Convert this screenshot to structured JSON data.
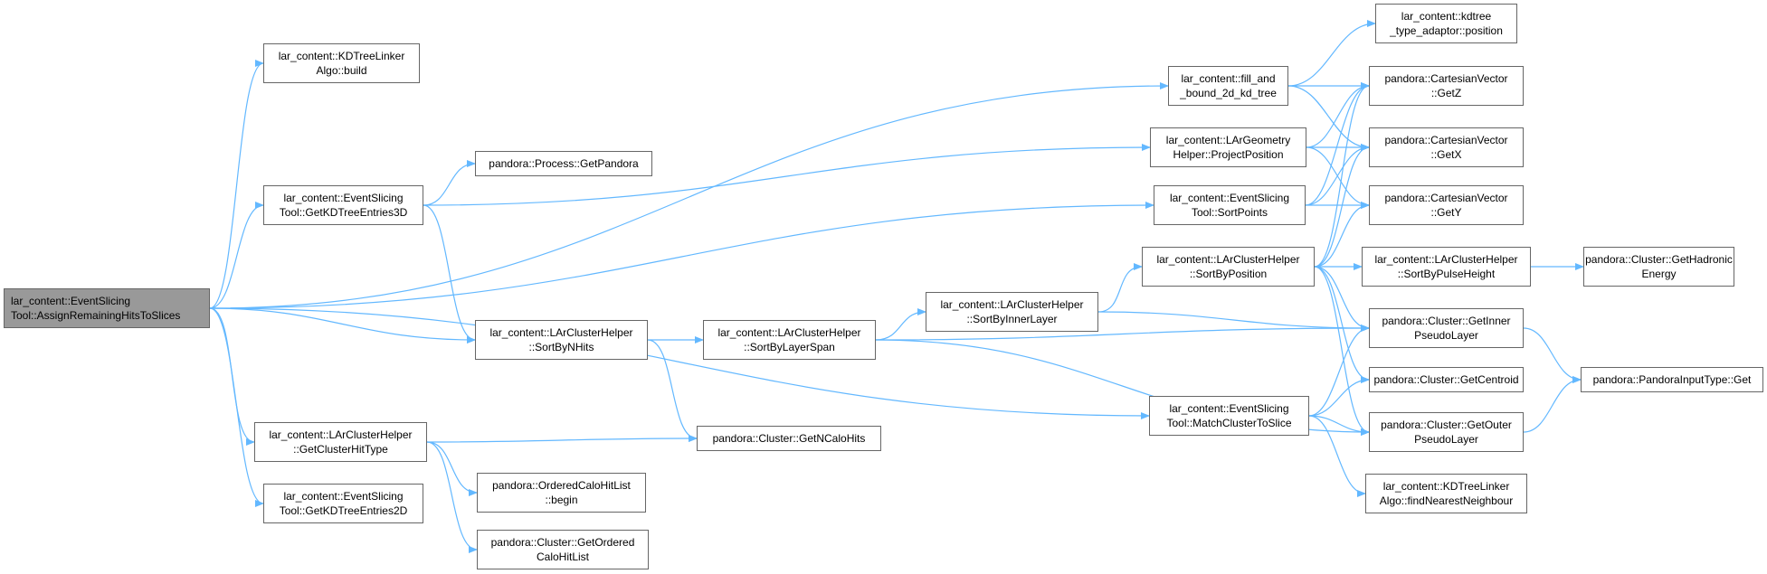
{
  "edge_color": "#63b8ff",
  "root_fill": "#999999",
  "nodes": {
    "n_root": {
      "line1": "lar_content::EventSlicing",
      "line2": "Tool::AssignRemainingHitsToSlices"
    },
    "n_kdbuild": {
      "line1": "lar_content::KDTreeLinker",
      "line2": "Algo::build"
    },
    "n_kd3d": {
      "line1": "lar_content::EventSlicing",
      "line2": "Tool::GetKDTreeEntries3D"
    },
    "n_hittype": {
      "line1": "lar_content::LArClusterHelper",
      "line2": "::GetClusterHitType"
    },
    "n_kd2d": {
      "line1": "lar_content::EventSlicing",
      "line2": "Tool::GetKDTreeEntries2D"
    },
    "n_getpandora": {
      "line1": "pandora::Process::GetPandora",
      "line2": ""
    },
    "n_sortnhits": {
      "line1": "lar_content::LArClusterHelper",
      "line2": "::SortByNHits"
    },
    "n_begin": {
      "line1": "pandora::OrderedCaloHitList",
      "line2": "::begin"
    },
    "n_orderedlist": {
      "line1": "pandora::Cluster::GetOrdered",
      "line2": "CaloHitList"
    },
    "n_layerspan": {
      "line1": "lar_content::LArClusterHelper",
      "line2": "::SortByLayerSpan"
    },
    "n_ncalohits": {
      "line1": "pandora::Cluster::GetNCaloHits",
      "line2": ""
    },
    "n_innerlayer": {
      "line1": "lar_content::LArClusterHelper",
      "line2": "::SortByInnerLayer"
    },
    "n_fillbound": {
      "line1": "lar_content::fill_and",
      "line2": "_bound_2d_kd_tree"
    },
    "n_project": {
      "line1": "lar_content::LArGeometry",
      "line2": "Helper::ProjectPosition"
    },
    "n_sortpoints": {
      "line1": "lar_content::EventSlicing",
      "line2": "Tool::SortPoints"
    },
    "n_sortpos": {
      "line1": "lar_content::LArClusterHelper",
      "line2": "::SortByPosition"
    },
    "n_match": {
      "line1": "lar_content::EventSlicing",
      "line2": "Tool::MatchClusterToSlice"
    },
    "n_kdposition": {
      "line1": "lar_content::kdtree",
      "line2": "_type_adaptor::position"
    },
    "n_getz": {
      "line1": "pandora::CartesianVector",
      "line2": "::GetZ"
    },
    "n_getx": {
      "line1": "pandora::CartesianVector",
      "line2": "::GetX"
    },
    "n_gety": {
      "line1": "pandora::CartesianVector",
      "line2": "::GetY"
    },
    "n_pulseheight": {
      "line1": "lar_content::LArClusterHelper",
      "line2": "::SortByPulseHeight"
    },
    "n_inner": {
      "line1": "pandora::Cluster::GetInner",
      "line2": "PseudoLayer"
    },
    "n_centroid": {
      "line1": "pandora::Cluster::GetCentroid",
      "line2": ""
    },
    "n_outer": {
      "line1": "pandora::Cluster::GetOuter",
      "line2": "PseudoLayer"
    },
    "n_nearest": {
      "line1": "lar_content::KDTreeLinker",
      "line2": "Algo::findNearestNeighbour"
    },
    "n_hadronic": {
      "line1": "pandora::Cluster::GetHadronic",
      "line2": "Energy"
    },
    "n_inputget": {
      "line1": "pandora::PandoraInputType::Get",
      "line2": ""
    }
  },
  "edges": [
    [
      "n_root",
      "n_kdbuild"
    ],
    [
      "n_root",
      "n_fillbound"
    ],
    [
      "n_root",
      "n_kd3d"
    ],
    [
      "n_root",
      "n_sortpoints"
    ],
    [
      "n_root",
      "n_sortnhits"
    ],
    [
      "n_root",
      "n_match"
    ],
    [
      "n_root",
      "n_hittype"
    ],
    [
      "n_root",
      "n_kd2d"
    ],
    [
      "n_kd3d",
      "n_getpandora"
    ],
    [
      "n_kd3d",
      "n_project"
    ],
    [
      "n_kd3d",
      "n_sortnhits"
    ],
    [
      "n_hittype",
      "n_ncalohits"
    ],
    [
      "n_hittype",
      "n_begin"
    ],
    [
      "n_hittype",
      "n_orderedlist"
    ],
    [
      "n_sortnhits",
      "n_layerspan"
    ],
    [
      "n_sortnhits",
      "n_ncalohits"
    ],
    [
      "n_layerspan",
      "n_innerlayer"
    ],
    [
      "n_layerspan",
      "n_inner"
    ],
    [
      "n_layerspan",
      "n_outer"
    ],
    [
      "n_innerlayer",
      "n_sortpos"
    ],
    [
      "n_innerlayer",
      "n_inner"
    ],
    [
      "n_fillbound",
      "n_kdposition"
    ],
    [
      "n_fillbound",
      "n_getz"
    ],
    [
      "n_fillbound",
      "n_getx"
    ],
    [
      "n_project",
      "n_getz"
    ],
    [
      "n_project",
      "n_getx"
    ],
    [
      "n_project",
      "n_gety"
    ],
    [
      "n_sortpoints",
      "n_getx"
    ],
    [
      "n_sortpoints",
      "n_gety"
    ],
    [
      "n_sortpoints",
      "n_getz"
    ],
    [
      "n_sortpos",
      "n_getz"
    ],
    [
      "n_sortpos",
      "n_getx"
    ],
    [
      "n_sortpos",
      "n_gety"
    ],
    [
      "n_sortpos",
      "n_pulseheight"
    ],
    [
      "n_sortpos",
      "n_inner"
    ],
    [
      "n_sortpos",
      "n_centroid"
    ],
    [
      "n_sortpos",
      "n_outer"
    ],
    [
      "n_pulseheight",
      "n_hadronic"
    ],
    [
      "n_match",
      "n_inner"
    ],
    [
      "n_match",
      "n_centroid"
    ],
    [
      "n_match",
      "n_outer"
    ],
    [
      "n_match",
      "n_nearest"
    ],
    [
      "n_inner",
      "n_inputget"
    ],
    [
      "n_outer",
      "n_inputget"
    ]
  ]
}
